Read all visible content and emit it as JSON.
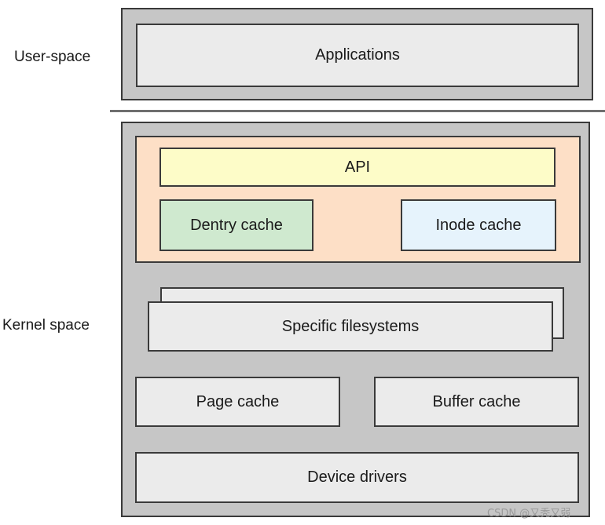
{
  "labels": {
    "user_space": "User-space",
    "kernel_space": "Kernel space"
  },
  "boxes": {
    "applications": "Applications",
    "api": "API",
    "dentry_cache": "Dentry cache",
    "inode_cache": "Inode cache",
    "specific_filesystems": "Specific filesystems",
    "page_cache": "Page cache",
    "buffer_cache": "Buffer cache",
    "device_drivers": "Device drivers"
  },
  "watermark": "CSDN @又秃又弱",
  "colors": {
    "outer_fill": "#c6c6c6",
    "box_fill": "#ebebeb",
    "vfs_fill": "#fddfc6",
    "api_fill": "#fdfcc8",
    "dentry_fill": "#cfe9cf",
    "inode_fill": "#e6f3fc"
  }
}
